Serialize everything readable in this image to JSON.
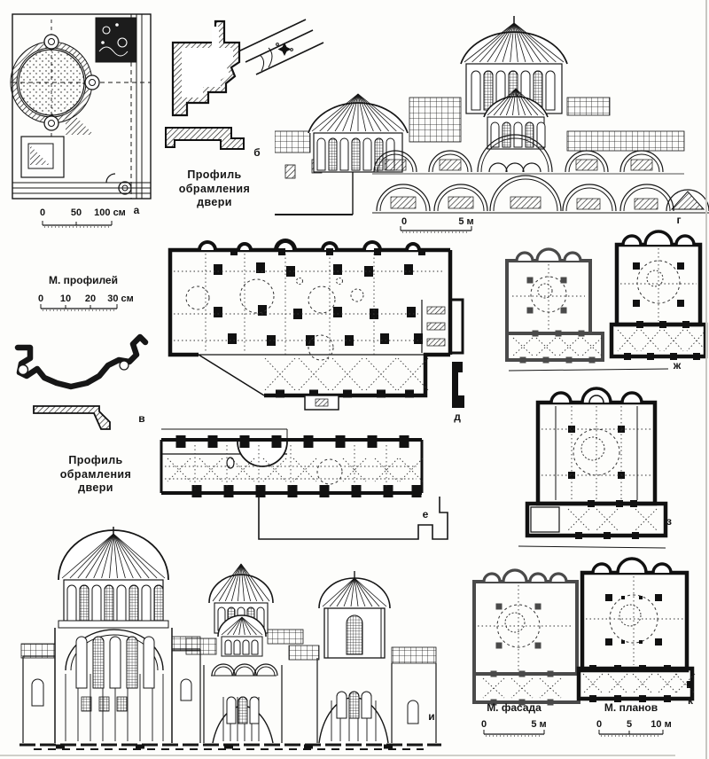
{
  "page": {
    "paper": "#fdfdfb",
    "ink": "#161616"
  },
  "captions": {
    "door_profile_top": {
      "line1": "Профиль обрамления",
      "line2": "двери"
    },
    "door_profile_left": {
      "line1": "Профиль обрамления",
      "line2": "двери"
    }
  },
  "scales": {
    "ornament": {
      "t0": "0",
      "t1": "50",
      "t2": "100 см"
    },
    "top_elevation": {
      "t0": "0",
      "t1": "5 м"
    },
    "profiles": {
      "title": "М. профилей",
      "t0": "0",
      "t1": "10",
      "t2": "20",
      "t3": "30 см"
    },
    "facade": {
      "title": "М. фасада",
      "t0": "0",
      "t1": "5 м"
    },
    "plans": {
      "title": "М. планов",
      "t0": "0",
      "t1": "5",
      "t2": "10 м"
    }
  },
  "letters": {
    "a": "а",
    "b": "б",
    "v": "в",
    "g": "г",
    "d": "д",
    "e": "е",
    "zh": "ж",
    "z": "з",
    "i": "и",
    "k": "к"
  }
}
